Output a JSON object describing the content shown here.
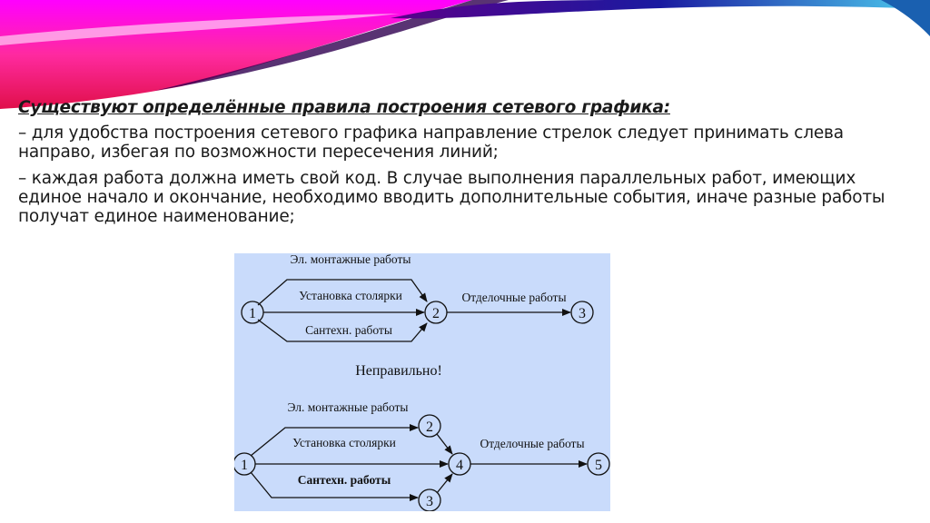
{
  "slide": {
    "heading": "Существуют определённые правила построения сетевого графика:",
    "paragraphs": [
      "– для удобства построения сетевого графика направление стрелок следует принимать слева направо, избегая по возможности пересечения линий;",
      "– каждая работа должна иметь свой код. В случае выполнения параллельных работ, имеющих единое начало и окончание, необходимо вводить дополнительные события, иначе разные работы получат единое наименование;"
    ]
  },
  "diagram": {
    "background": "#c9dbfb",
    "wrong": {
      "labels": {
        "electrical": "Эл. монтажные работы",
        "carpentry": "Установка столярки",
        "plumbing": "Сантехн. работы",
        "finishing": "Отделочные работы"
      },
      "nodes": [
        "1",
        "2",
        "3"
      ]
    },
    "verdict": "Неправильно!",
    "right": {
      "labels": {
        "electrical": "Эл. монтажные работы",
        "carpentry": "Установка столярки",
        "plumbing": "Сантехн. работы",
        "finishing": "Отделочные работы"
      },
      "nodes": [
        "1",
        "2",
        "3",
        "4",
        "5"
      ]
    }
  }
}
